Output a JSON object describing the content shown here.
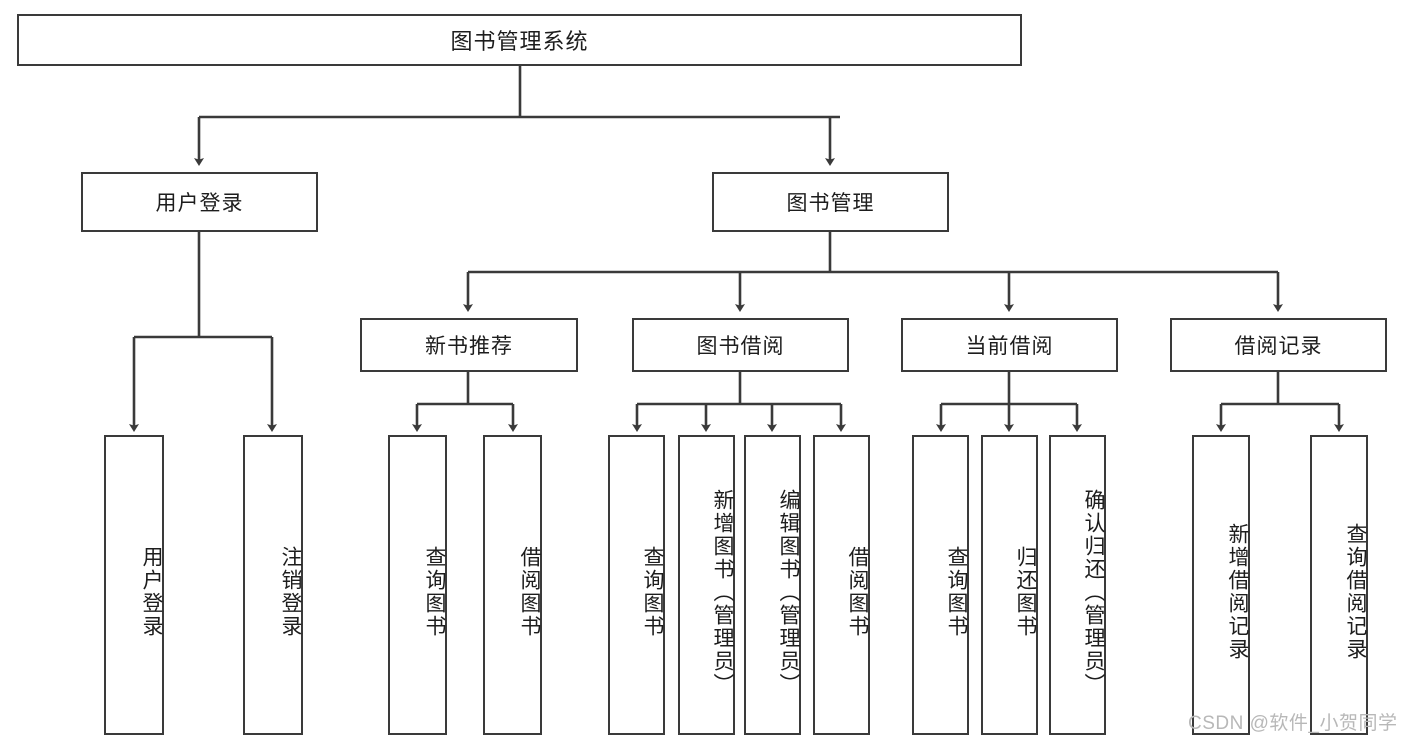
{
  "diagram": {
    "type": "hierarchy-tree",
    "title": "图书管理系统",
    "watermark": "CSDN @软件_小贺同学",
    "colors": {
      "stroke": "#3a3a3a",
      "fill": "#ffffff",
      "text": "#1d1d1d",
      "watermark": "#b8b8b8"
    },
    "root": {
      "label": "图书管理系统"
    },
    "level2": [
      {
        "label": "用户登录"
      },
      {
        "label": "图书管理"
      }
    ],
    "level3": [
      {
        "label": "新书推荐"
      },
      {
        "label": "图书借阅"
      },
      {
        "label": "当前借阅"
      },
      {
        "label": "借阅记录"
      }
    ],
    "leaves": {
      "user_login": [
        {
          "label": "用户登录"
        },
        {
          "label": "注销登录"
        }
      ],
      "new_book": [
        {
          "label": "查询图书"
        },
        {
          "label": "借阅图书"
        }
      ],
      "borrow_book": [
        {
          "label": "查询图书"
        },
        {
          "label": "新增图书（管理员）"
        },
        {
          "label": "编辑图书（管理员）"
        },
        {
          "label": "借阅图书"
        }
      ],
      "current_borrow": [
        {
          "label": "查询图书"
        },
        {
          "label": "归还图书"
        },
        {
          "label": "确认归还（管理员）"
        }
      ],
      "borrow_record": [
        {
          "label": "新增借阅记录"
        },
        {
          "label": "查询借阅记录"
        }
      ]
    }
  }
}
